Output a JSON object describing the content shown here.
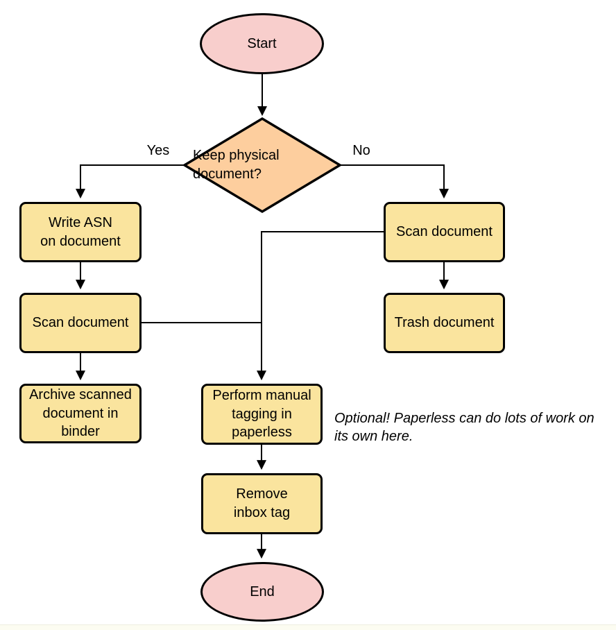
{
  "diagram": {
    "nodes": {
      "start": {
        "label": "Start"
      },
      "decision": {
        "label": "Keep physical\ndocument?"
      },
      "write_asn": {
        "label": "Write ASN\non document"
      },
      "scan_left": {
        "label": "Scan document"
      },
      "archive": {
        "label": "Archive scanned\ndocument in\nbinder"
      },
      "scan_right": {
        "label": "Scan document"
      },
      "trash": {
        "label": "Trash document"
      },
      "tagging": {
        "label": "Perform manual\ntagging in\npaperless"
      },
      "remove_tag": {
        "label": "Remove\ninbox tag"
      },
      "end": {
        "label": "End"
      }
    },
    "edge_labels": {
      "yes": "Yes",
      "no": "No"
    },
    "note": "Optional! Paperless can do lots of work on its own here."
  },
  "colors": {
    "terminal-fill": "#f8cecc",
    "decision-fill": "#fdce9e",
    "process-fill": "#fae49e",
    "stroke": "#000000",
    "background": "#ffffff"
  }
}
